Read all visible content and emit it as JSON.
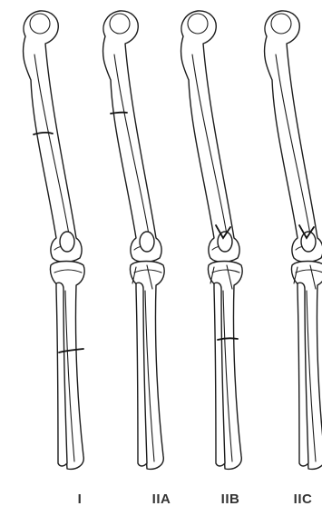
{
  "labels": [
    "I",
    "IIA",
    "IIB",
    "IIC"
  ]
}
